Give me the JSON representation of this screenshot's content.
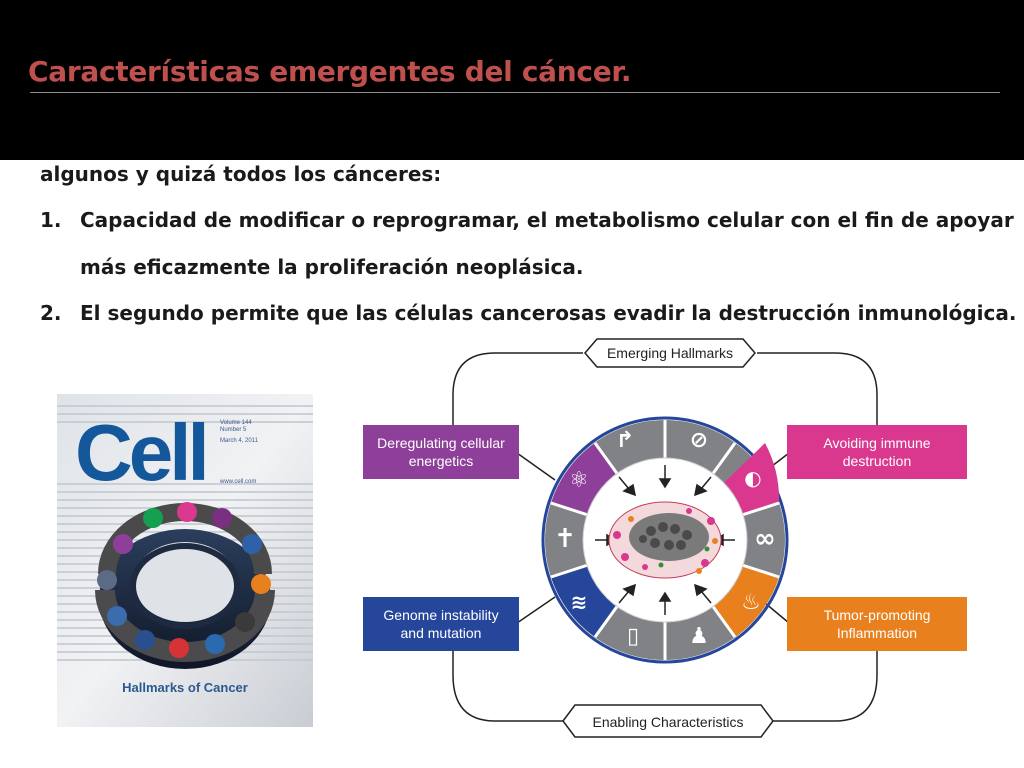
{
  "slide": {
    "title": "Características emergentes del cáncer.",
    "intro_line": "algunos y quizá todos los cánceres:",
    "items": [
      {
        "number": "1.",
        "line1": "Capacidad de modificar o reprogramar, el metabolismo celular con el fin de apoyar",
        "line2": "más eficazmente la proliferación neoplásica."
      },
      {
        "number": "2.",
        "line1": "El segundo permite que las células cancerosas evadir la destrucción inmunológica."
      }
    ]
  },
  "cover": {
    "journal": "Cell",
    "volume": "Volume 144",
    "number": "Number 5",
    "date": "March 4, 2011",
    "website": "www.cell.com",
    "caption": "Hallmarks of Cancer"
  },
  "diagram": {
    "top_label": "Emerging Hallmarks",
    "bottom_label": "Enabling Characteristics",
    "boxes": {
      "top_left": "Deregulating cellular energetics",
      "top_right": "Avoiding immune destruction",
      "bottom_left": "Genome instability and mutation",
      "bottom_right": "Tumor-promoting Inflammation"
    },
    "colors": {
      "purple": "#8e3f99",
      "magenta": "#d9388e",
      "blue": "#25469b",
      "orange": "#e8801d",
      "gray": "#808285",
      "title_red": "#c0504d"
    }
  }
}
